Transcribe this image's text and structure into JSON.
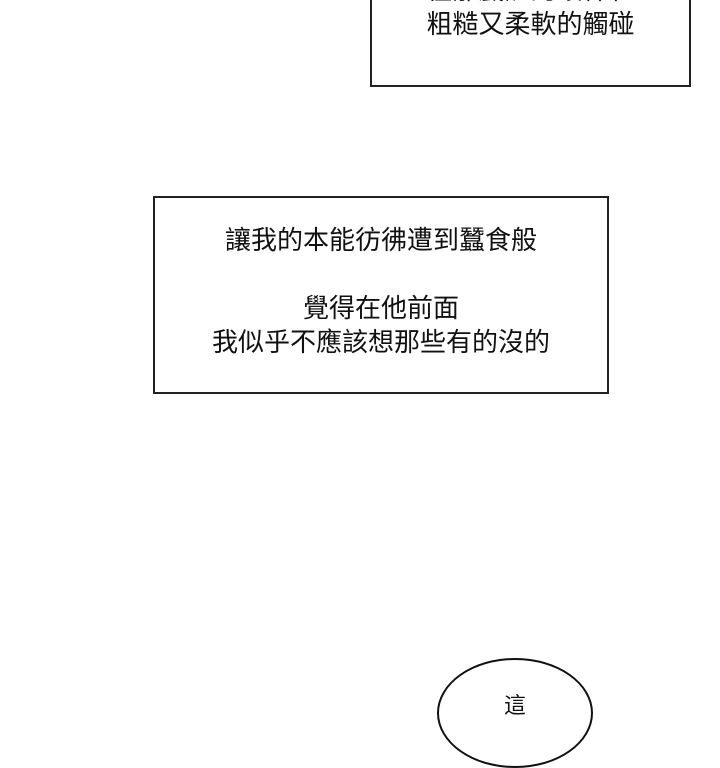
{
  "caption_top": {
    "lines": [
      "在那戲謔的眼神和",
      "粗糙又柔軟的觸碰"
    ]
  },
  "caption_middle": {
    "lines": [
      "讓我的本能彷彿遭到蠶食般",
      "覺得在他前面",
      "我似乎不應該想那些有的沒的"
    ]
  },
  "speech_bubble": {
    "text": "這"
  }
}
